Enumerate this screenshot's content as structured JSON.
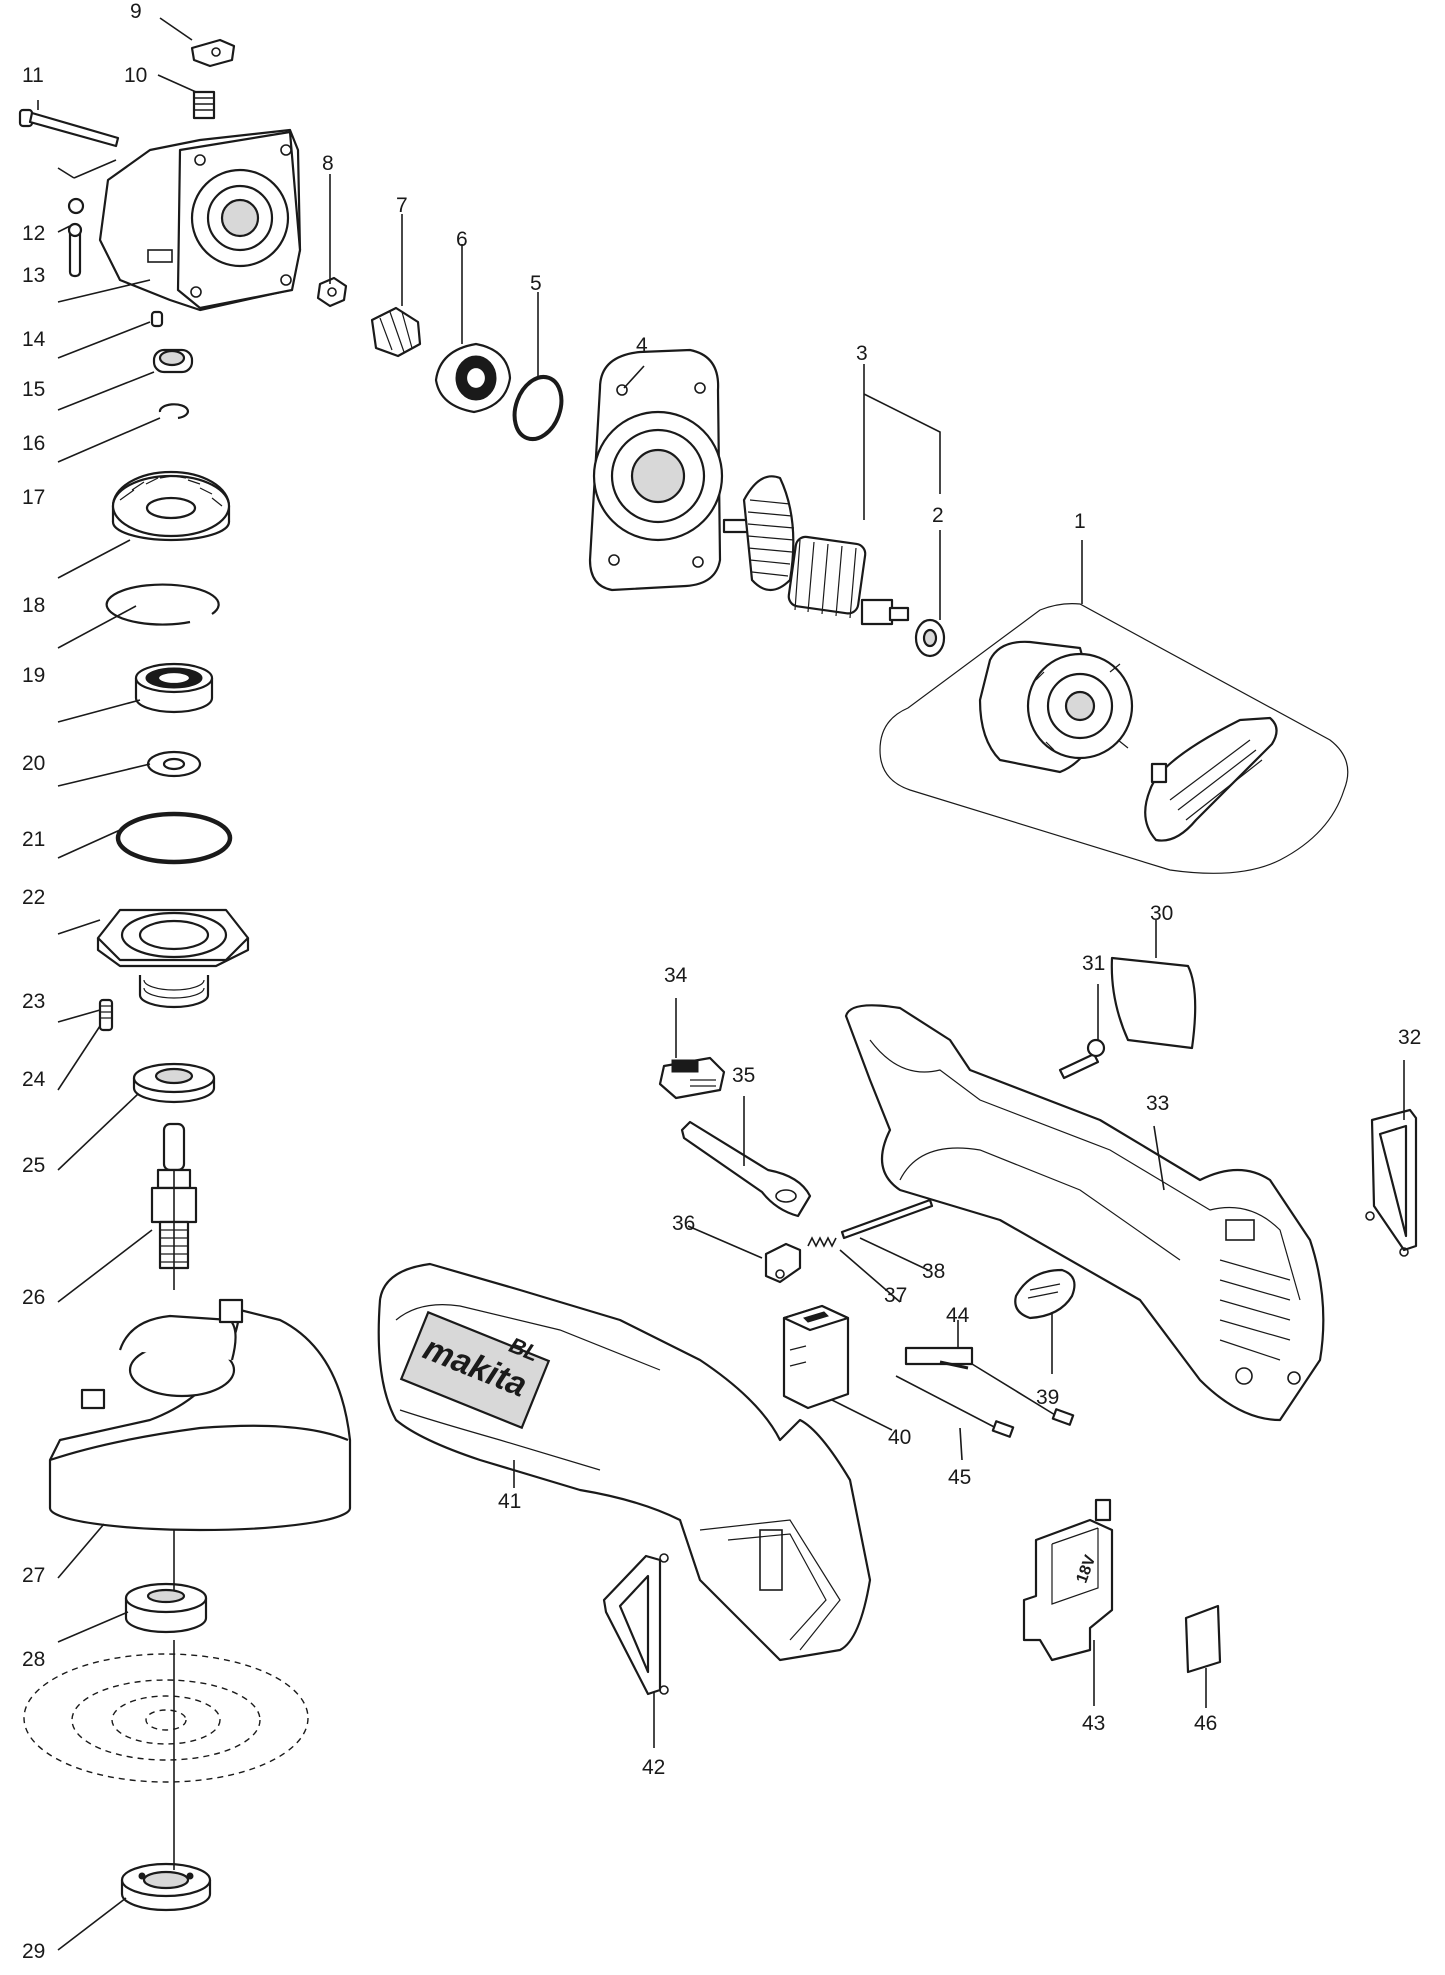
{
  "diagram": {
    "title": "Exploded parts diagram - cordless angle grinder",
    "brand_logo": "makita",
    "housing_marking": "BL",
    "battery_terminal_marking": "18V",
    "part_numbers": [
      "1",
      "2",
      "3",
      "4",
      "5",
      "6",
      "7",
      "8",
      "9",
      "10",
      "11",
      "12",
      "13",
      "14",
      "15",
      "16",
      "17",
      "18",
      "19",
      "20",
      "21",
      "22",
      "23",
      "24",
      "25",
      "26",
      "27",
      "28",
      "29",
      "30",
      "31",
      "32",
      "33",
      "34",
      "35",
      "36",
      "37",
      "38",
      "39",
      "40",
      "41",
      "42",
      "43",
      "44",
      "45",
      "46"
    ]
  }
}
